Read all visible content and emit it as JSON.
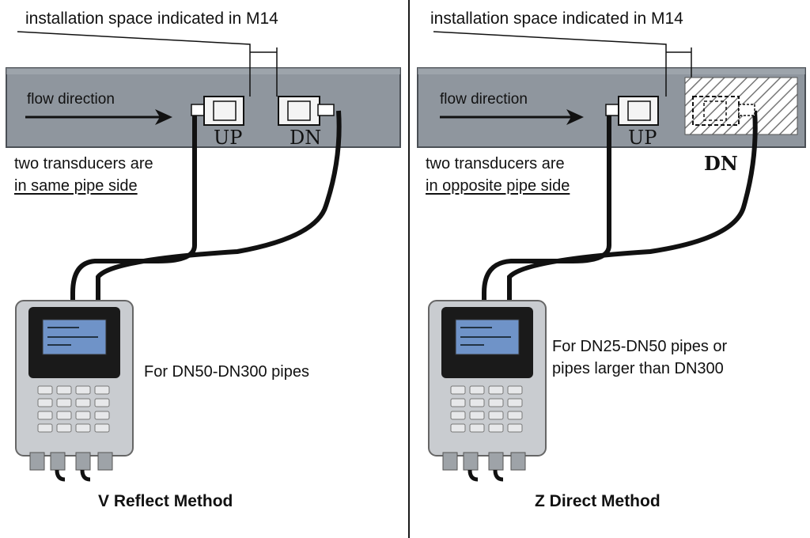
{
  "left": {
    "install_label": "installation space indicated in M14",
    "flow_label": "flow direction",
    "up_tag": "UP",
    "dn_tag": "DN",
    "note_line1": "two transducers are",
    "note_line2": "in same pipe side",
    "range_line1": "For DN50-DN300 pipes",
    "method_title": "V Reflect Method"
  },
  "right": {
    "install_label": "installation space indicated in M14",
    "flow_label": "flow direction",
    "up_tag": "UP",
    "dn_tag": "DN",
    "note_line1": "two transducers are",
    "note_line2": "in opposite pipe side",
    "range_line1": "For DN25-DN50 pipes or",
    "range_line2": "pipes larger than DN300",
    "method_title": "Z Direct Method"
  },
  "colors": {
    "pipe": "#8f969e",
    "pipe_edge": "#4a4f55",
    "meter_body": "#c9ccd0",
    "screen": "#6f93c8",
    "cable": "#111111"
  }
}
